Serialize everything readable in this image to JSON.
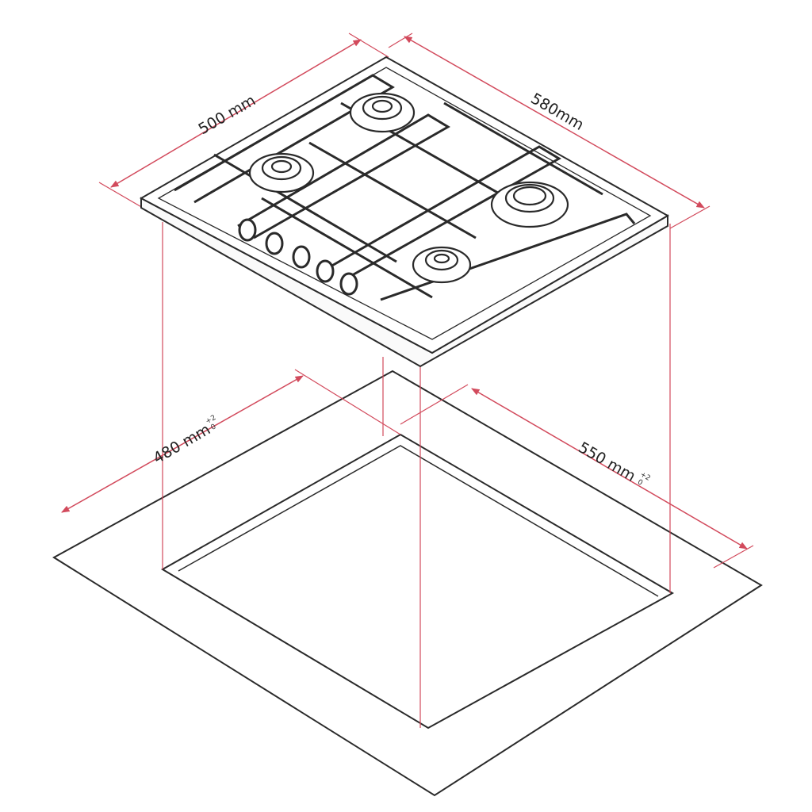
{
  "colors": {
    "dimension_line": "#d24a5c",
    "drawing_line": "#2a2a2a",
    "background": "#ffffff"
  },
  "dimensions": {
    "hob_width": {
      "label": "500 mm"
    },
    "hob_depth": {
      "label": "580mm"
    },
    "cutout_width": {
      "label": "480 mm",
      "tol_plus": "+2",
      "tol_minus": "0"
    },
    "cutout_depth": {
      "label": "550 mm",
      "tol_plus": "+2",
      "tol_minus": "0"
    }
  },
  "hob": {
    "burners": 4,
    "knobs": 5
  }
}
